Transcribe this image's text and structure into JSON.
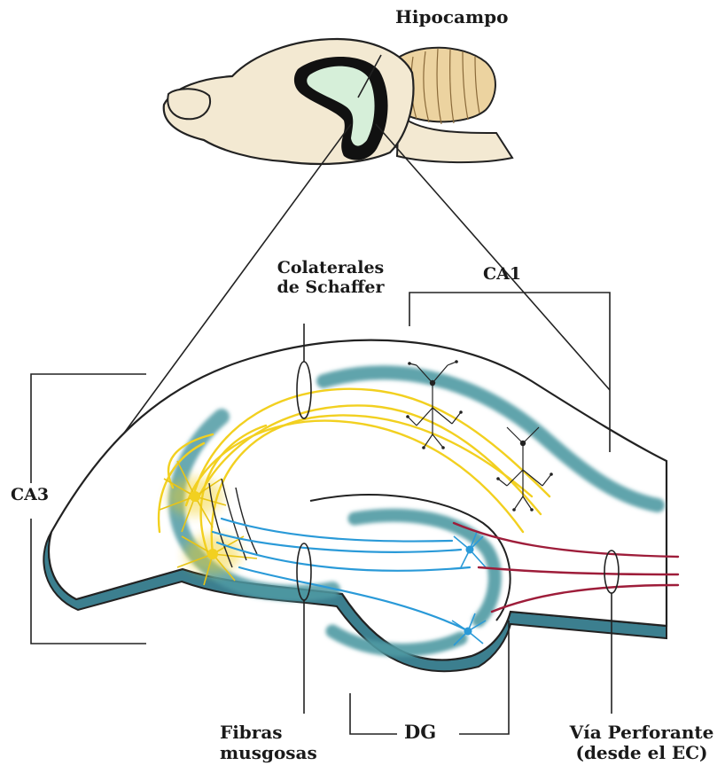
{
  "labels": {
    "hippocampus": "Hipocampo",
    "schaffer_line1": "Colaterales",
    "schaffer_line2": "de Schaffer",
    "ca1": "CA1",
    "ca3": "CA3",
    "mossy_line1": "Fibras",
    "mossy_line2": "musgosas",
    "dg": "DG",
    "perforant_line1": "Vía Perforante",
    "perforant_line2": "(desde el EC)"
  },
  "colors": {
    "cell_layer": "#4f9aa3",
    "slice_edge": "#3c7f8f",
    "schaffer_axons": "#f2d020",
    "mossy_fibers": "#2a9ad8",
    "perforant_path": "#9e1d3a",
    "brain_fill": "#f3e9d2",
    "cerebellum_fill": "#ecd3a0",
    "hippocampus_fill": "#d6efd9",
    "outline": "#222222"
  }
}
